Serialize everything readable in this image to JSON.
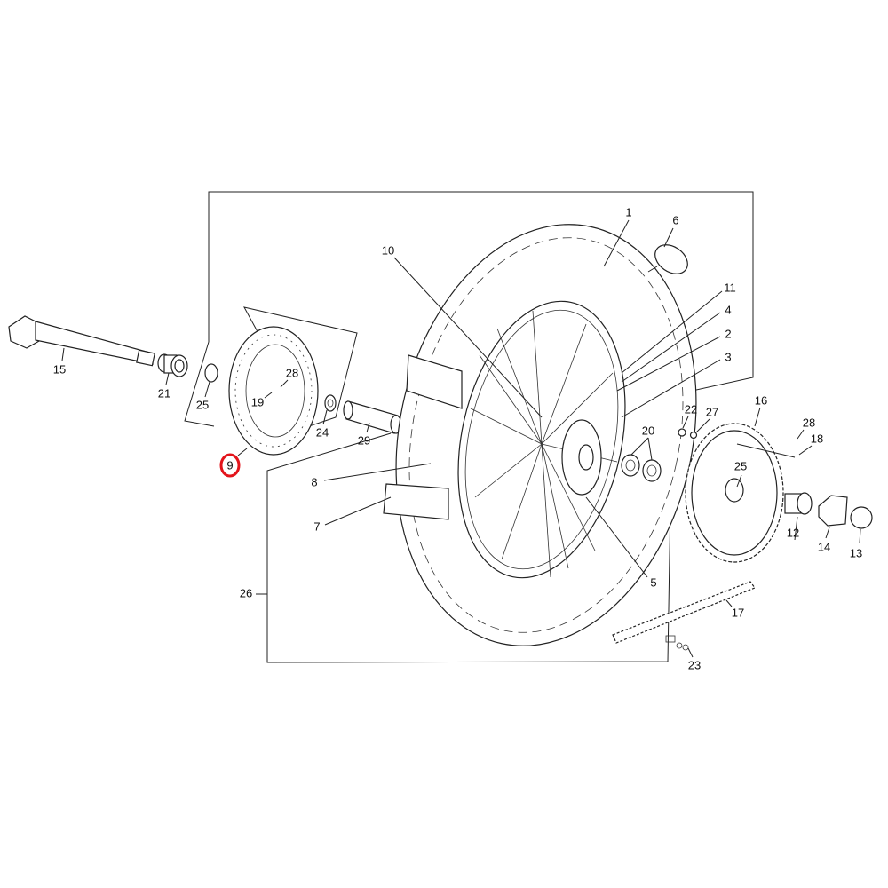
{
  "diagram": {
    "title": "Rear wheel exploded parts diagram",
    "highlight_color": "#e3141b",
    "highlighted_label": "9",
    "callouts": {
      "p1": "1",
      "p2": "2",
      "p3": "3",
      "p4": "4",
      "p5": "5",
      "p6": "6",
      "p7": "7",
      "p8": "8",
      "p9": "9",
      "p10": "10",
      "p11": "11",
      "p12": "12",
      "p13": "13",
      "p14": "14",
      "p15": "15",
      "p16": "16",
      "p17": "17",
      "p18": "18",
      "p19": "19",
      "p20": "20",
      "p21": "21",
      "p22": "22",
      "p23": "23",
      "p24": "24",
      "p25a": "25",
      "p25b": "25",
      "p26": "26",
      "p27": "27",
      "p28a": "28",
      "p28b": "28",
      "p29": "29"
    }
  }
}
